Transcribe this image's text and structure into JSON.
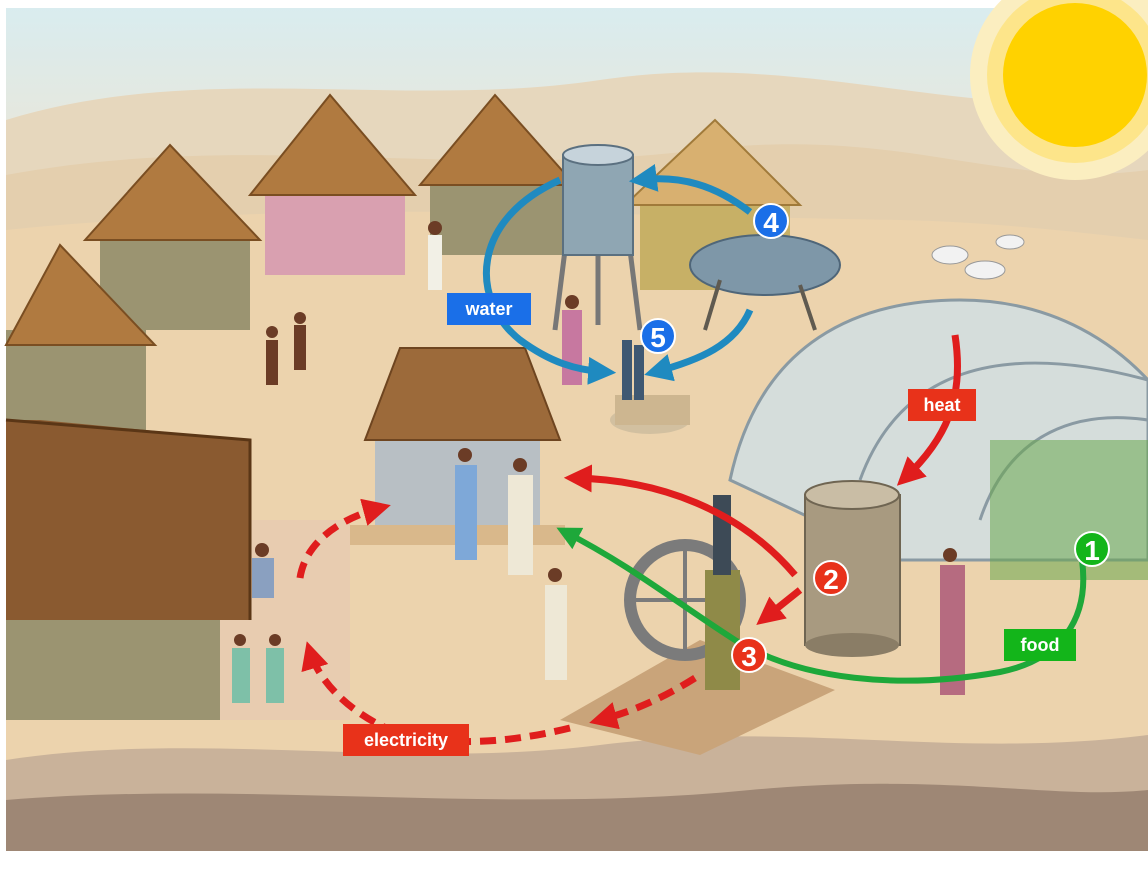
{
  "labels": {
    "water": "water",
    "heat": "heat",
    "food": "food",
    "electricity": "electricity"
  },
  "steps": [
    "1",
    "2",
    "3",
    "4",
    "5"
  ],
  "colors": {
    "water": "#1a6fe8",
    "heat": "#e8321a",
    "food": "#13b51a",
    "electricity": "#e8321a",
    "water_arrow": "#1f8ac0",
    "heat_arrow": "#e01d1d",
    "food_arrow": "#1ea83a",
    "sand": "#ecd3ad",
    "sun": "#ffd200"
  },
  "icons": {
    "sun": "sun-icon",
    "water_tank": "water-tank-icon",
    "greenhouse": "greenhouse-icon",
    "hut": "hut-icon",
    "solar_collector": "solar-collector-icon",
    "heat_storage": "heat-storage-tank-icon",
    "engine": "stirling-engine-icon",
    "goats": "goat-icon"
  }
}
